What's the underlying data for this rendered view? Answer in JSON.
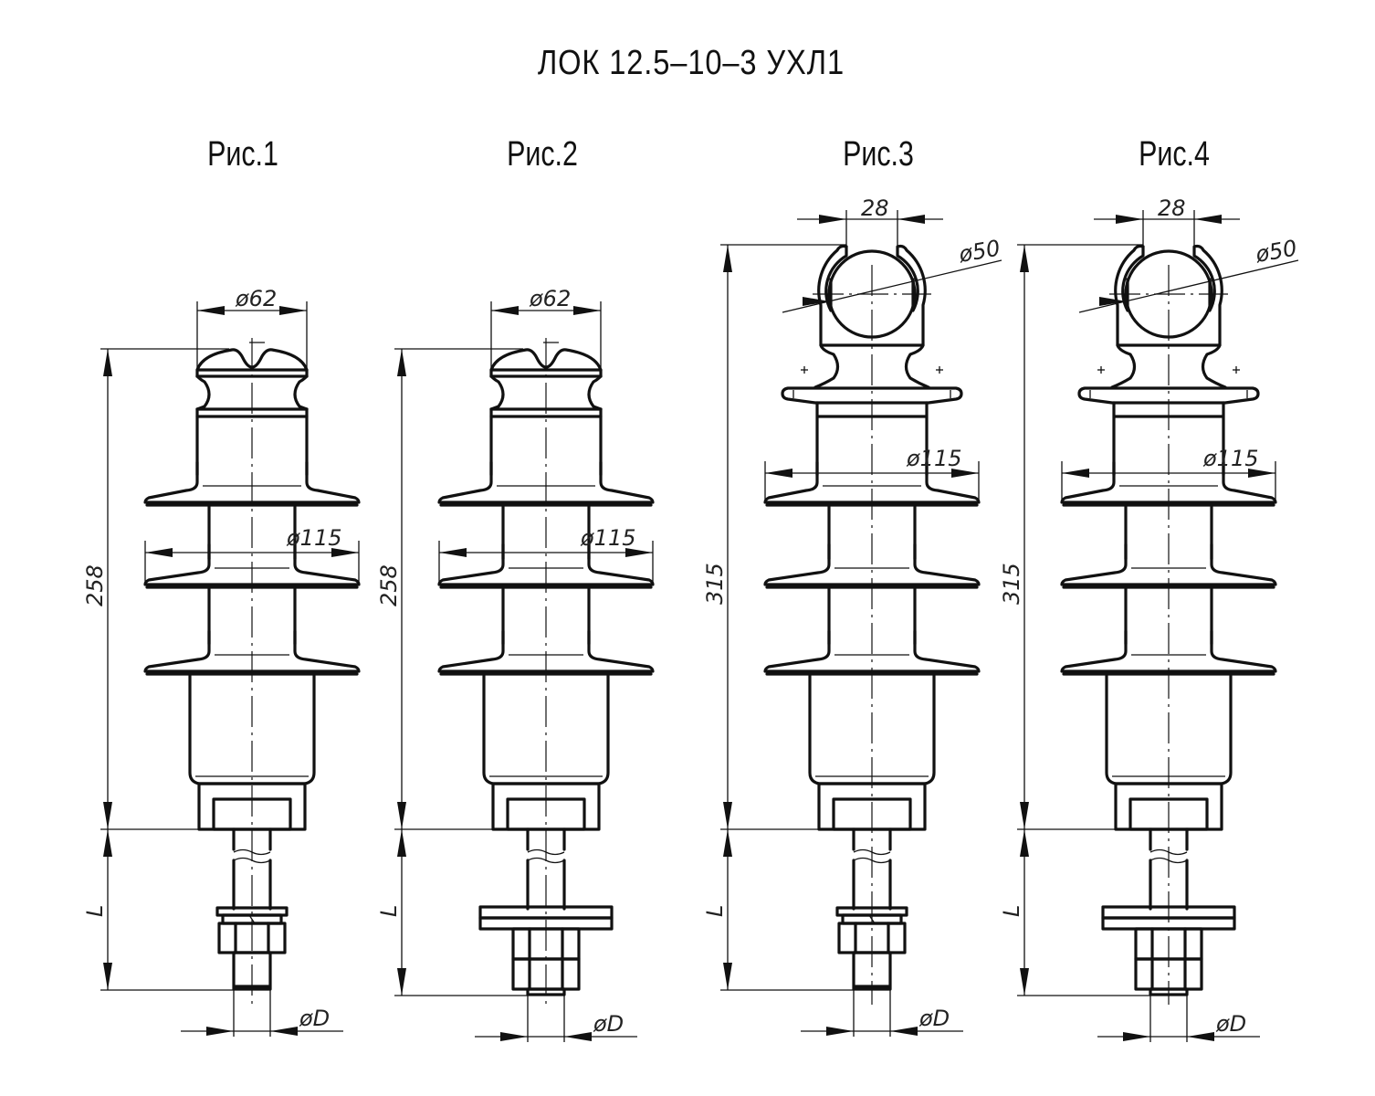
{
  "title": "ЛОК 12.5–10–3 УХЛ1",
  "figures": [
    {
      "label": "Рис.1",
      "top_type": "groove",
      "bottom_type": "nut",
      "dims": {
        "top_diameter": "ø62",
        "shed_diameter": "ø115",
        "height": "258",
        "length": "L",
        "rod_diameter": "øD"
      }
    },
    {
      "label": "Рис.2",
      "top_type": "groove",
      "bottom_type": "flange",
      "dims": {
        "top_diameter": "ø62",
        "shed_diameter": "ø115",
        "height": "258",
        "length": "L",
        "rod_diameter": "øD"
      }
    },
    {
      "label": "Рис.3",
      "top_type": "clamp",
      "bottom_type": "nut",
      "dims": {
        "slot_width": "28",
        "clamp_diameter": "ø50",
        "shed_diameter": "ø115",
        "height": "315",
        "length": "L",
        "rod_diameter": "øD"
      }
    },
    {
      "label": "Рис.4",
      "top_type": "clamp",
      "bottom_type": "flange",
      "dims": {
        "slot_width": "28",
        "clamp_diameter": "ø50",
        "shed_diameter": "ø115",
        "height": "315",
        "length": "L",
        "rod_diameter": "øD"
      }
    }
  ],
  "colors": {
    "ink": "#111111",
    "background": "#ffffff"
  }
}
